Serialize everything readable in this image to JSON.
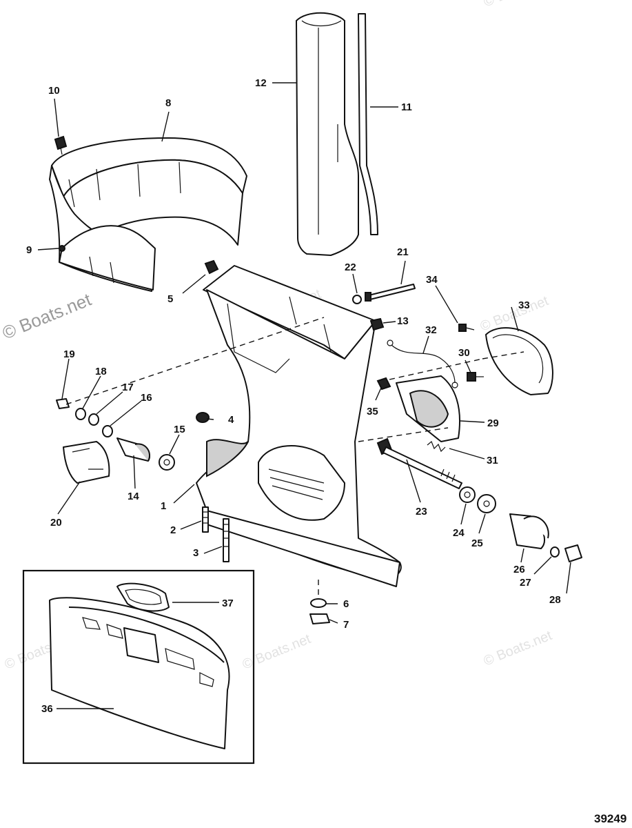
{
  "watermark": {
    "main": "© Boats.net",
    "faint": [
      "© Boats.net",
      "© Boats.net",
      "© Boats.net",
      "© Boats.net",
      "© Boats.net",
      "© Boats.net"
    ]
  },
  "figure_number": "39249",
  "callouts": [
    "1",
    "2",
    "3",
    "4",
    "5",
    "6",
    "7",
    "8",
    "9",
    "10",
    "11",
    "12",
    "13",
    "14",
    "15",
    "16",
    "17",
    "18",
    "19",
    "20",
    "21",
    "22",
    "23",
    "24",
    "25",
    "26",
    "27",
    "28",
    "29",
    "30",
    "31",
    "32",
    "33",
    "34",
    "35",
    "36",
    "37"
  ]
}
